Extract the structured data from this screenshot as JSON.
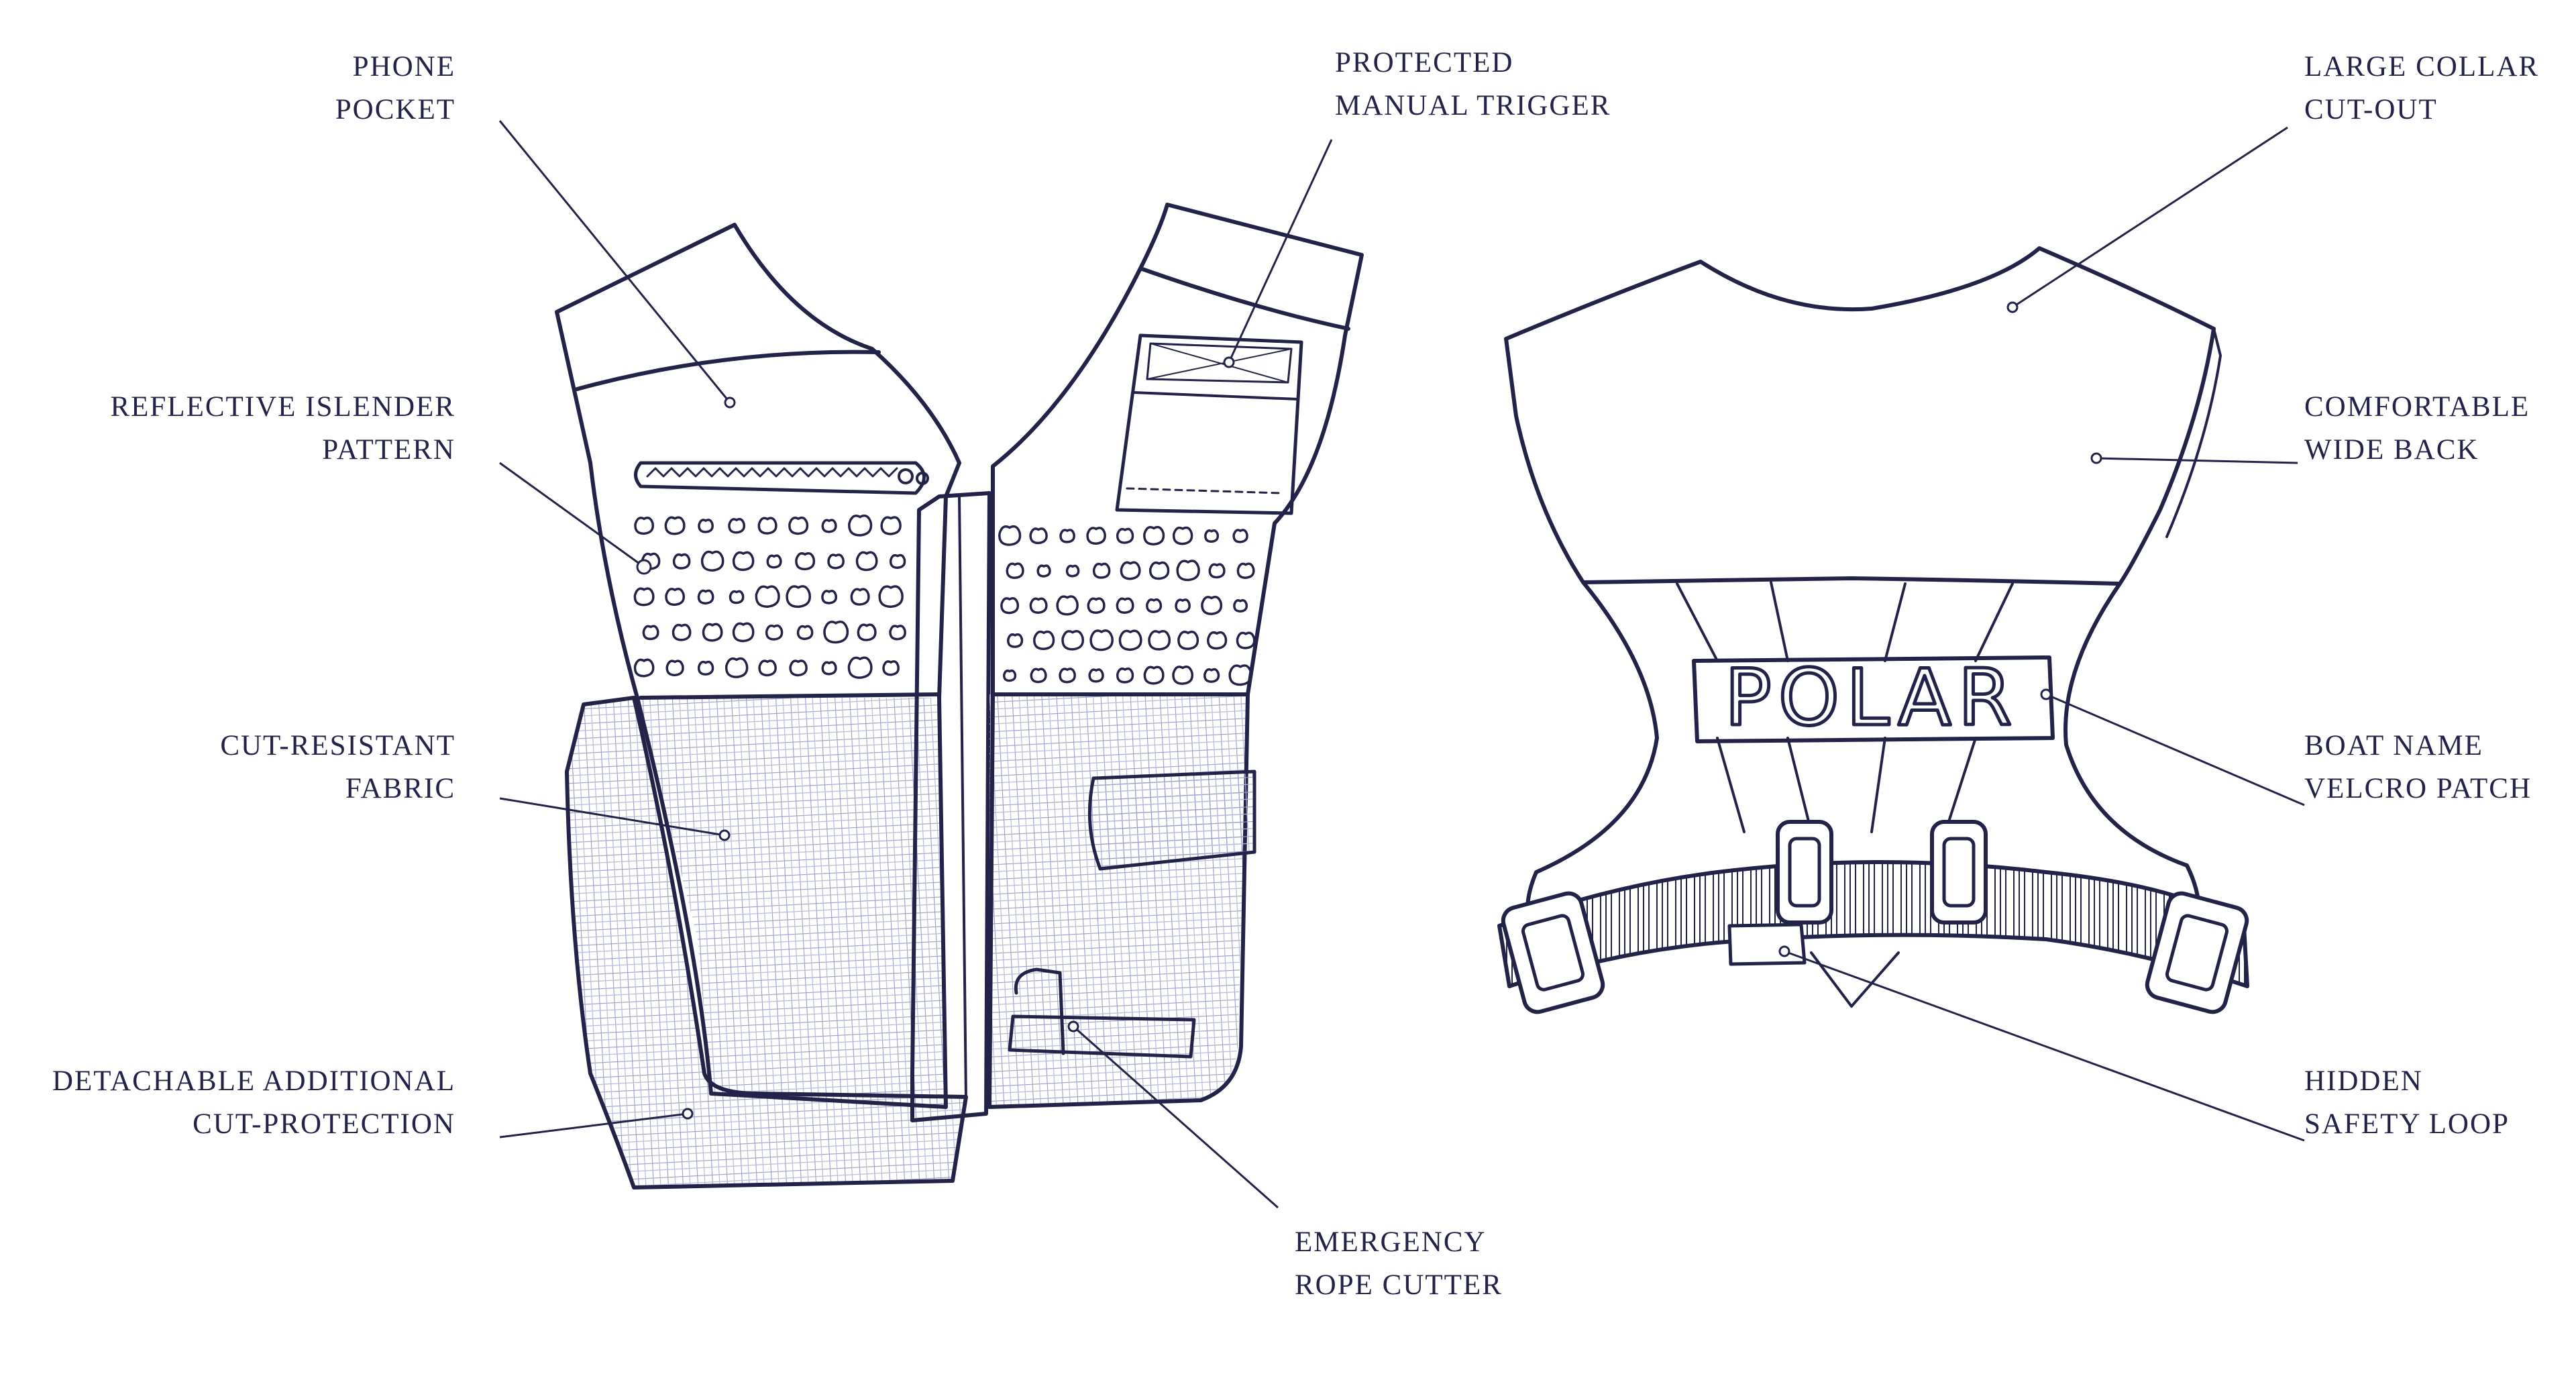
{
  "colors": {
    "ink": "#23234a",
    "grid": "#9a9cc6",
    "background": "#ffffff"
  },
  "patch_text": "POLAR",
  "callouts": [
    {
      "id": "phone-pocket",
      "lines": [
        "PHONE",
        "POCKET"
      ]
    },
    {
      "id": "reflective-islender-pattern",
      "lines": [
        "REFLECTIVE ISLENDER",
        "PATTERN"
      ]
    },
    {
      "id": "cut-resistant-fabric",
      "lines": [
        "CUT-RESISTANT",
        "FABRIC"
      ]
    },
    {
      "id": "detachable-cut-protection",
      "lines": [
        "DETACHABLE ADDITIONAL",
        "CUT-PROTECTION"
      ]
    },
    {
      "id": "protected-manual-trigger",
      "lines": [
        "PROTECTED",
        "MANUAL TRIGGER"
      ]
    },
    {
      "id": "emergency-rope-cutter",
      "lines": [
        "EMERGENCY",
        "ROPE CUTTER"
      ]
    },
    {
      "id": "large-collar-cut-out",
      "lines": [
        "LARGE COLLAR",
        "CUT-OUT"
      ]
    },
    {
      "id": "comfortable-wide-back",
      "lines": [
        "COMFORTABLE",
        "WIDE BACK"
      ]
    },
    {
      "id": "boat-name-velcro-patch",
      "lines": [
        "BOAT NAME",
        "VELCRO PATCH"
      ]
    },
    {
      "id": "hidden-safety-loop",
      "lines": [
        "HIDDEN",
        "SAFETY LOOP"
      ]
    }
  ]
}
